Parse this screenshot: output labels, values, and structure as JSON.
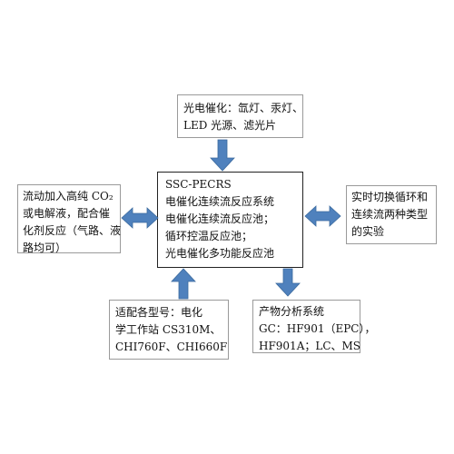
{
  "diagram": {
    "center": {
      "lines": [
        "SSC-PECRS",
        "电催化连续流反应系统",
        "电催化连续流反应池；",
        "循环控温反应池；",
        "光电催化多功能反应池"
      ]
    },
    "top": {
      "lines": [
        "光电催化：氙灯、汞灯、",
        "LED 光源、滤光片"
      ]
    },
    "left": {
      "lines": [
        "流动加入高纯  CO₂",
        "或电解液，配合催",
        "化剂反应（气路、液",
        "路均可）"
      ]
    },
    "right": {
      "lines": [
        "实时切换循环和",
        "连续流两种类型",
        "的实验"
      ]
    },
    "bottom_left": {
      "lines": [
        "适配各型号：电化",
        "学工作站 CS310M、",
        "CHI760F、CHI660F"
      ]
    },
    "bottom_right": {
      "lines": [
        "产物分析系统",
        "GC：HF901（EPC），",
        "HF901A；LC、MS"
      ]
    },
    "colors": {
      "arrow": "#4f81bd",
      "box_border": "#9a9a9a",
      "center_border": "#222222"
    }
  }
}
